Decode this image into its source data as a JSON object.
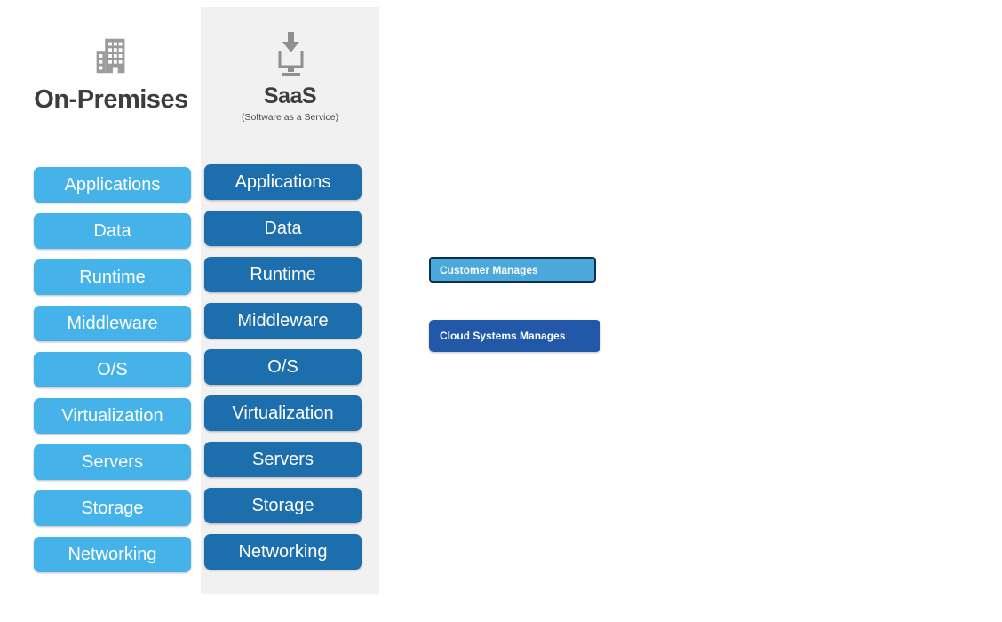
{
  "columns": {
    "onprem": {
      "title": "On-Premises",
      "icon": "building-icon"
    },
    "saas": {
      "title": "SaaS",
      "subtitle": "(Software as a Service)",
      "icon": "download-icon"
    }
  },
  "layers": [
    "Applications",
    "Data",
    "Runtime",
    "Middleware",
    "O/S",
    "Virtualization",
    "Servers",
    "Storage",
    "Networking"
  ],
  "legend": {
    "customer": {
      "label": "Customer Manages"
    },
    "cloud": {
      "label": "Cloud Systems Manages"
    }
  },
  "colors": {
    "customer_blue": "#45b3ea",
    "cloud_blue": "#1c6ead",
    "legend_customer_fill": "#4aa9da",
    "legend_cloud_blue": "#2158a8",
    "legend_border": "#0e2e52"
  }
}
